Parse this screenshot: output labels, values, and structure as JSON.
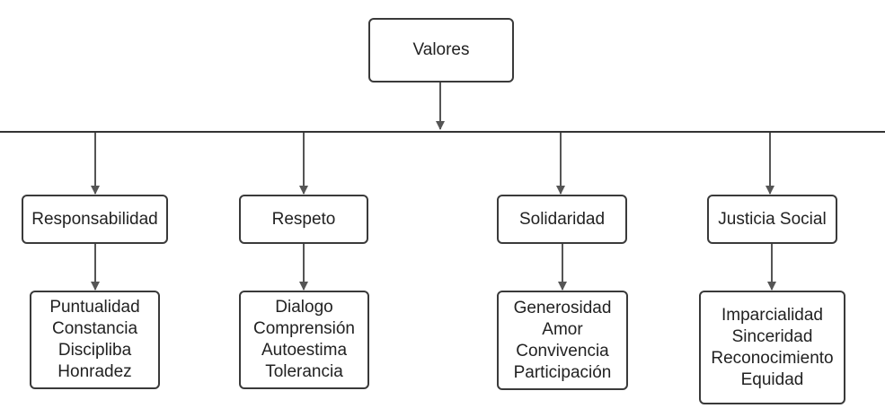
{
  "root": {
    "label": "Valores"
  },
  "categories": [
    {
      "label": "Responsabilidad",
      "items": [
        "Puntualidad",
        "Constancia",
        "Discipliba",
        "Honradez"
      ]
    },
    {
      "label": "Respeto",
      "items": [
        "Dialogo",
        "Comprensión",
        "Autoestima",
        "Tolerancia"
      ]
    },
    {
      "label": "Solidaridad",
      "items": [
        "Generosidad",
        "Amor",
        "Convivencia",
        "Participación"
      ]
    },
    {
      "label": "Justicia Social",
      "items": [
        "Imparcialidad",
        "Sinceridad",
        "Reconocimiento",
        "Equidad"
      ]
    }
  ]
}
